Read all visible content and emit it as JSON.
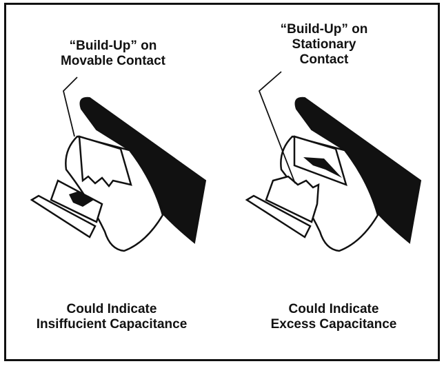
{
  "left": {
    "heading": [
      "“Build-Up” on",
      "Movable Contact"
    ],
    "caption": [
      "Could Indicate",
      "Insiffucient Capacitance"
    ]
  },
  "right": {
    "heading": [
      "“Build-Up” on",
      "Stationary",
      "Contact"
    ],
    "caption": [
      "Could Indicate",
      "Excess Capacitance"
    ]
  }
}
